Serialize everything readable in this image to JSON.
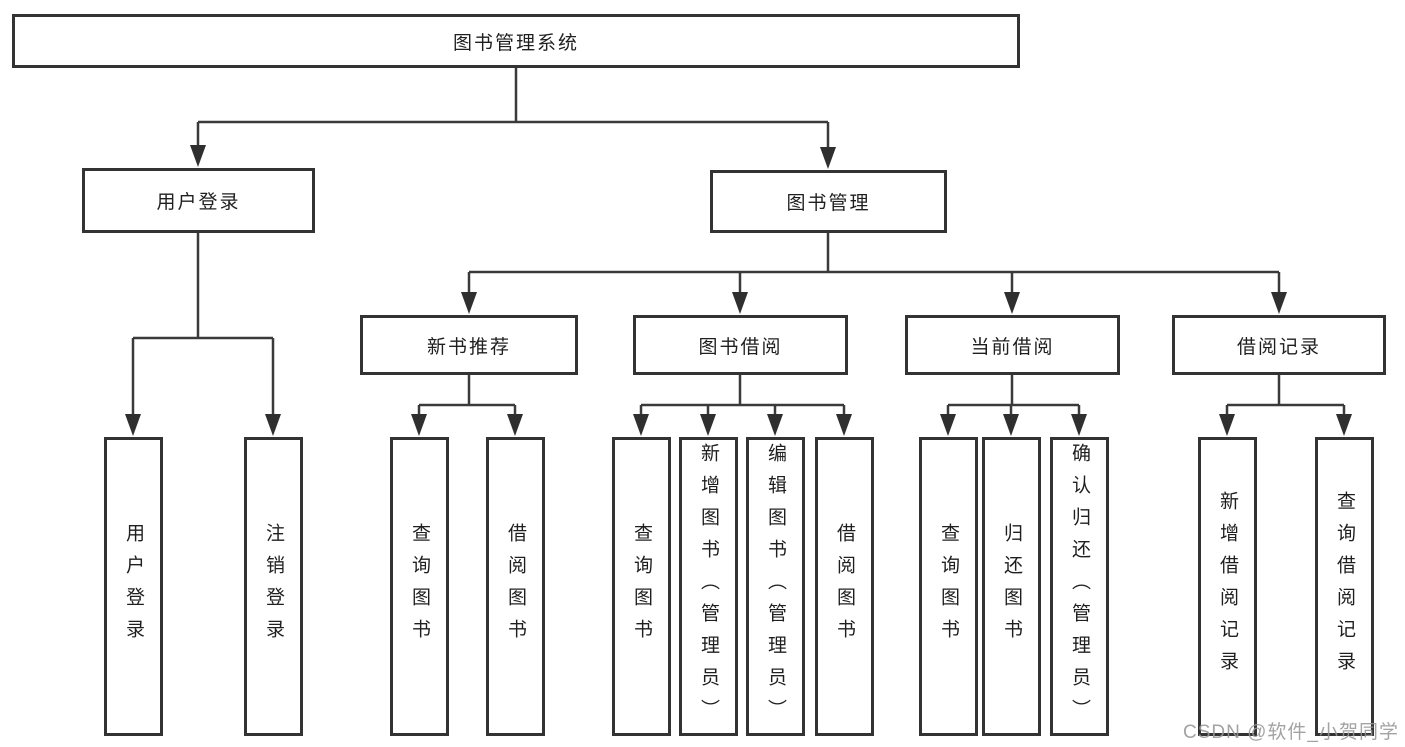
{
  "title": "图书管理系统",
  "tree": {
    "root": {
      "label": "图书管理系统",
      "children": [
        {
          "label": "用户登录",
          "children": [
            {
              "label": "用户登录"
            },
            {
              "label": "注销登录"
            }
          ]
        },
        {
          "label": "图书管理",
          "children": [
            {
              "label": "新书推荐",
              "children": [
                {
                  "label": "查询图书"
                },
                {
                  "label": "借阅图书"
                }
              ]
            },
            {
              "label": "图书借阅",
              "children": [
                {
                  "label": "查询图书"
                },
                {
                  "label": "新增图书（管理员）"
                },
                {
                  "label": "编辑图书（管理员）"
                },
                {
                  "label": "借阅图书"
                }
              ]
            },
            {
              "label": "当前借阅",
              "children": [
                {
                  "label": "查询图书"
                },
                {
                  "label": "归还图书"
                },
                {
                  "label": "确认归还（管理员）"
                }
              ]
            },
            {
              "label": "借阅记录",
              "children": [
                {
                  "label": "新增借阅记录"
                },
                {
                  "label": "查询借阅记录"
                }
              ]
            }
          ]
        }
      ]
    }
  },
  "watermark": {
    "text": "CSDN @软件_小贺同学"
  },
  "colors": {
    "background": "#ffffff",
    "box_border": "#333333",
    "line": "#3a3a3a",
    "arrow": "#2f2f2f",
    "text": "#1f1f1f",
    "watermark": "#969696"
  }
}
